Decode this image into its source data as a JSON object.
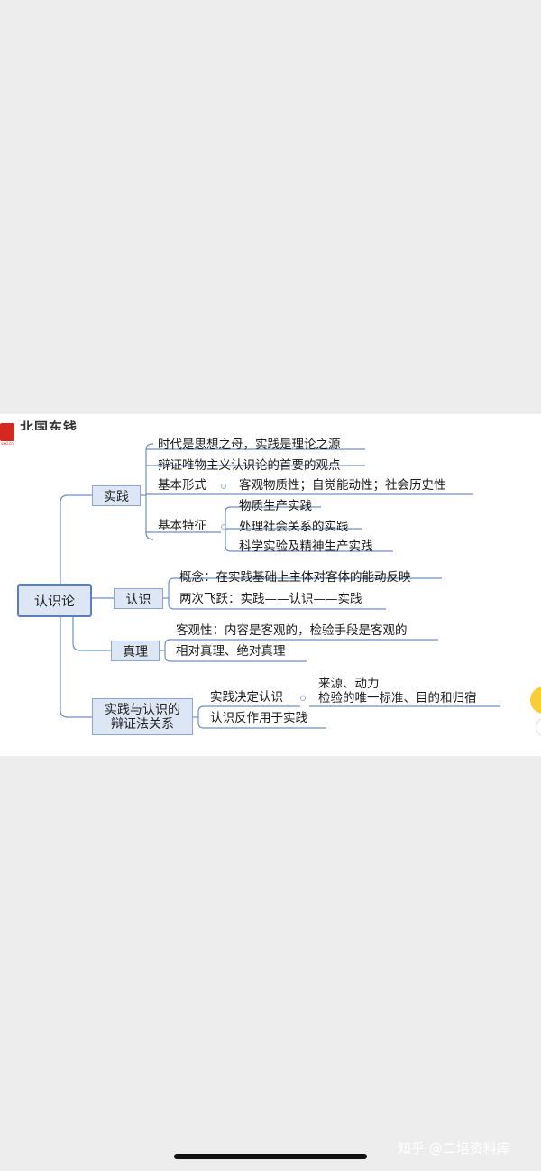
{
  "header": {
    "logo_text": "北国东钱",
    "logo_sub": "sxxl.cn"
  },
  "mindmap": {
    "root": "认识论",
    "branches": {
      "shijian": {
        "label": "实践",
        "leaves": [
          "时代是思想之母，实践是理论之源",
          "辩证唯物主义认识论的首要的观点"
        ],
        "basic_form": {
          "label": "基本形式",
          "value": "客观物质性；自觉能动性；社会历史性"
        },
        "basic_features": {
          "label": "基本特征",
          "items": [
            "物质生产实践",
            "处理社会关系的实践",
            "科学实验及精神生产实践"
          ]
        }
      },
      "renshi": {
        "label": "认识",
        "leaves": [
          "概念：在实践基础上主体对客体的能动反映",
          "两次飞跃：实践——认识——实践"
        ]
      },
      "zhenli": {
        "label": "真理",
        "leaves": [
          "客观性：内容是客观的，检验手段是客观的",
          "相对真理、绝对真理"
        ]
      },
      "relation": {
        "label_line1": "实践与认识的",
        "label_line2": "辩证法关系",
        "decides": {
          "label": "实践决定认识",
          "items": [
            "来源、动力",
            "检验的唯一标准、目的和归宿"
          ]
        },
        "reaction": "认识反作用于实践"
      }
    }
  },
  "watermark": "知乎 @二培资料库",
  "colors": {
    "node_fill": "#dce6f4",
    "node_border": "#8ba6cf",
    "line": "#6f8fc4",
    "root_border": "#5a7fbe"
  }
}
